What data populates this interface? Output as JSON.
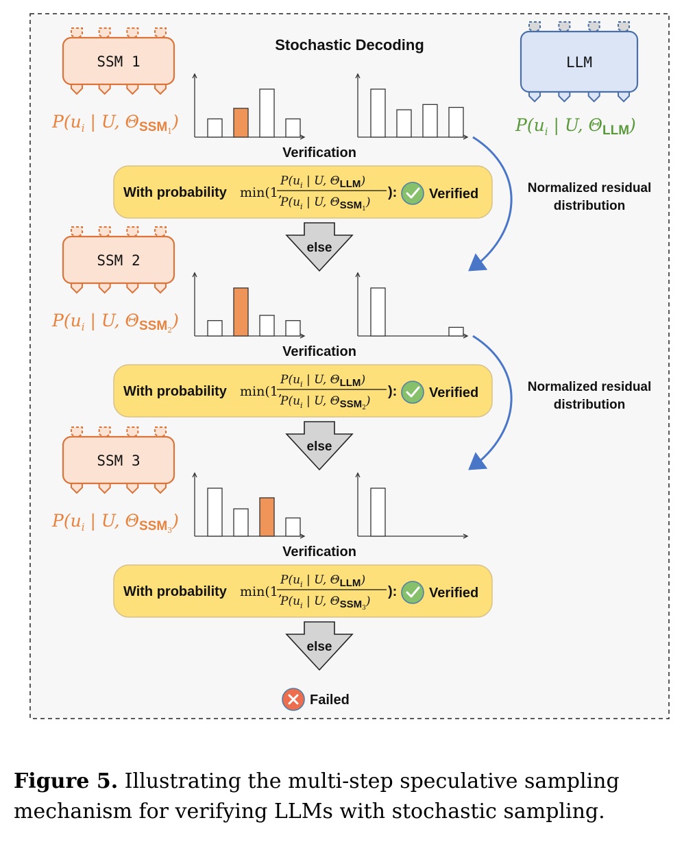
{
  "diagram": {
    "title": "Stochastic Decoding",
    "llm_label": "LLM",
    "llm_prob": {
      "prefix": "P(",
      "var": "u",
      "sub": "i",
      "mid": " | U, Θ",
      "model": "LLM",
      "suffix": ")"
    },
    "verification_label": "Verification",
    "with_probability": "With probability",
    "min_prefix": "min(1,",
    "min_suffix": "):",
    "verified_label": "Verified",
    "else_label": "else",
    "residual_label_line1": "Normalized residual",
    "residual_label_line2": "distribution",
    "failed_label": "Failed",
    "colors": {
      "ssm_fill": "#fbe2d3",
      "ssm_stroke": "#d9743a",
      "ssm_text": "#e8823d",
      "llm_fill": "#dbe5f6",
      "llm_stroke": "#4a6fa8",
      "llm_text": "#5b9a3c",
      "verify_fill": "#fde07a",
      "bar_highlight": "#f0955a",
      "arrow_blue": "#4a76c8",
      "check_green": "#86c06a",
      "fail_red": "#ec6e4f"
    },
    "stages": [
      {
        "ssm_label": "SSM 1",
        "ssm_prob": {
          "prefix": "P(",
          "var": "u",
          "sub": "i",
          "mid": " | U, Θ",
          "model": "SSM",
          "idx": "1",
          "suffix": ")"
        },
        "ssm_bars": [
          0.38,
          0.6,
          1.0,
          0.38
        ],
        "ssm_highlight": 1,
        "llm_bars": [
          1.0,
          0.57,
          0.68,
          0.62
        ],
        "formula": {
          "num_prefix": "P(u",
          "num_sub": "i",
          "num_mid": " | U, Θ",
          "num_model": "LLM",
          "num_suffix": ")",
          "den_prefix": "P(u",
          "den_sub": "i",
          "den_mid": " | U, Θ",
          "den_model": "SSM",
          "den_idx": "1",
          "den_suffix": ")"
        }
      },
      {
        "ssm_label": "SSM 2",
        "ssm_prob": {
          "prefix": "P(",
          "var": "u",
          "sub": "i",
          "mid": " | U, Θ",
          "model": "SSM",
          "idx": "2",
          "suffix": ")"
        },
        "ssm_bars": [
          0.32,
          1.0,
          0.43,
          0.32
        ],
        "ssm_highlight": 1,
        "llm_bars": [
          1.0,
          0.0,
          0.0,
          0.18
        ],
        "formula": {
          "num_prefix": "P(u",
          "num_sub": "i",
          "num_mid": " | U, Θ",
          "num_model": "LLM",
          "num_suffix": ")",
          "den_prefix": "P(u",
          "den_sub": "i",
          "den_mid": " | U, Θ",
          "den_model": "SSM",
          "den_idx": "2",
          "den_suffix": ")"
        }
      },
      {
        "ssm_label": "SSM 3",
        "ssm_prob": {
          "prefix": "P(",
          "var": "u",
          "sub": "i",
          "mid": " | U, Θ",
          "model": "SSM",
          "idx": "3",
          "suffix": ")"
        },
        "ssm_bars": [
          1.0,
          0.57,
          0.8,
          0.38
        ],
        "ssm_highlight": 2,
        "llm_bars": [
          1.0,
          0.0,
          0.0,
          0.0
        ],
        "formula": {
          "num_prefix": "P(u",
          "num_sub": "i",
          "num_mid": " | U, Θ",
          "num_model": "LLM",
          "num_suffix": ")",
          "den_prefix": "P(u",
          "den_sub": "i",
          "den_mid": " | U, Θ",
          "den_model": "SSM",
          "den_idx": "3",
          "den_suffix": ")"
        }
      }
    ]
  },
  "caption": {
    "label": "Figure 5.",
    "text": " Illustrating the multi-step speculative sampling mechanism for verifying LLMs with stochastic sampling."
  }
}
